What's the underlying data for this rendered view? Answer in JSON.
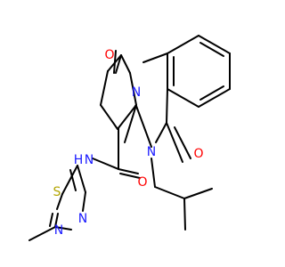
{
  "molecule": {
    "atoms": {
      "o_top": "O",
      "n_ring": "N",
      "n_lower": "N",
      "o_lower": "O",
      "o_amide": "O",
      "nh": "N",
      "h": "H",
      "s": "S",
      "n_thd_a": "N",
      "n_thd_b": "N"
    },
    "colors": {
      "bond": "#000000",
      "nitrogen": "#1a1aff",
      "oxygen": "#ff0000",
      "sulfur": "#b2a400"
    }
  }
}
